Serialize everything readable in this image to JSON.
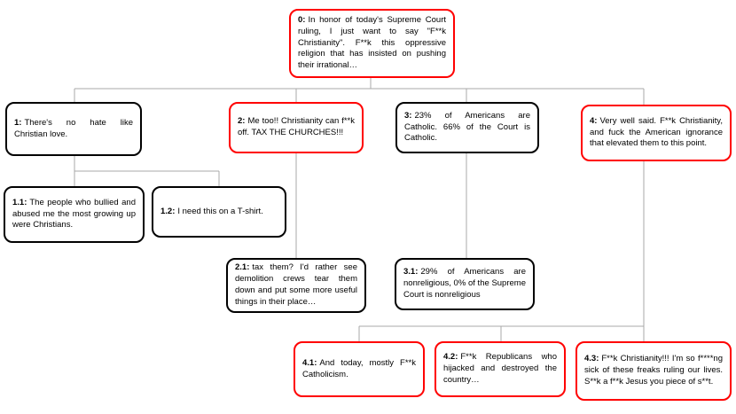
{
  "diagram": {
    "type": "reply-tree",
    "colors": {
      "highlight_border": "#ff0000",
      "normal_border": "#000000",
      "connector_line": "#a9a9a9",
      "background": "#ffffff",
      "text": "#000000"
    },
    "edges": [
      [
        "0",
        "1"
      ],
      [
        "0",
        "2"
      ],
      [
        "0",
        "3"
      ],
      [
        "0",
        "4"
      ],
      [
        "1",
        "1.1"
      ],
      [
        "1",
        "1.2"
      ],
      [
        "2",
        "2.1"
      ],
      [
        "3",
        "3.1"
      ],
      [
        "4",
        "4.1"
      ],
      [
        "4",
        "4.2"
      ],
      [
        "4",
        "4.3"
      ]
    ],
    "nodes": {
      "n0": {
        "id": "0:",
        "border": "red",
        "text": "In honor of today's Supreme Court ruling, I just want to say \"F**k Christianity\". F**k this oppressive religion that has insisted on pushing their irrational…"
      },
      "n1": {
        "id": "1:",
        "border": "black",
        "text": "There's no hate like Christian love."
      },
      "n2": {
        "id": "2:",
        "border": "red",
        "text": "Me too!! Christianity can f**k off. TAX THE CHURCHES!!!"
      },
      "n3": {
        "id": "3:",
        "border": "black",
        "text": "23% of Americans are Catholic. 66% of the Court is Catholic."
      },
      "n4": {
        "id": "4:",
        "border": "red",
        "text": "Very well said. F**k Christianity, and fuck the American ignorance that elevated them to this point."
      },
      "n1_1": {
        "id": "1.1:",
        "border": "black",
        "text": "The people who bullied and abused me the most growing up were Christians."
      },
      "n1_2": {
        "id": "1.2:",
        "border": "black",
        "text": "I need this on a T-shirt."
      },
      "n2_1": {
        "id": "2.1:",
        "border": "black",
        "text": "tax them? I'd rather see demolition crews tear them down and put some more useful things in their place…"
      },
      "n3_1": {
        "id": "3.1:",
        "border": "black",
        "text": "29% of Americans are nonreligious, 0% of the Supreme Court is nonreligious"
      },
      "n4_1": {
        "id": "4.1:",
        "border": "red",
        "text": "And today, mostly F**k Catholicism."
      },
      "n4_2": {
        "id": "4.2:",
        "border": "red",
        "text": "F**k Republicans who hijacked and destroyed the country…"
      },
      "n4_3": {
        "id": "4.3:",
        "border": "red",
        "text": "F**k Christianity!!! I'm so f****ng sick of these freaks ruling our lives. S**k a f**k Jesus you piece of s**t."
      }
    }
  }
}
